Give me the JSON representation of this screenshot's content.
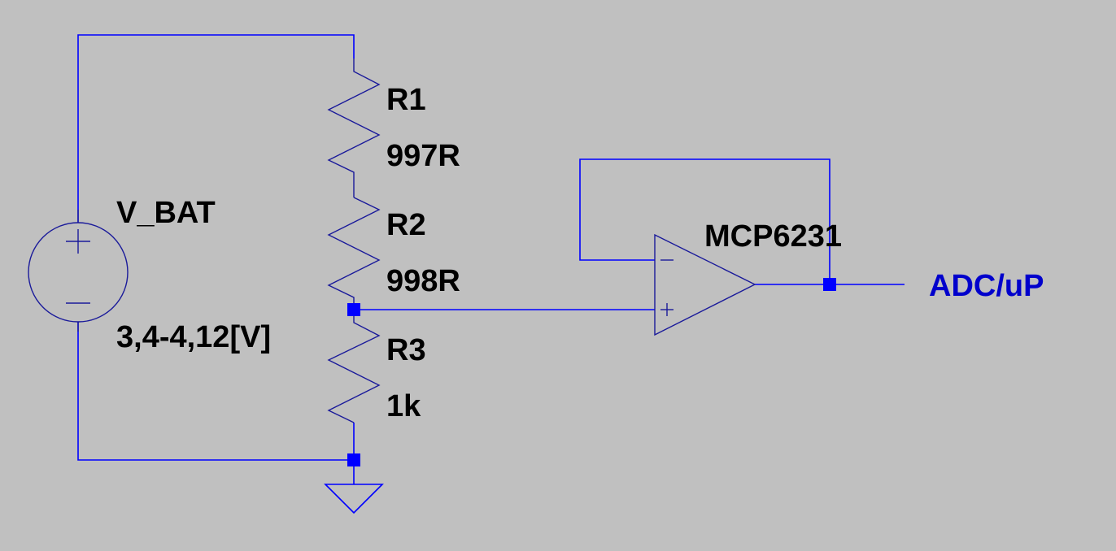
{
  "schematic": {
    "title": "Battery voltage divider with op-amp buffer",
    "colors": {
      "background": "#c0c0c0",
      "wire": "#0000ff",
      "component": "#1a1a9a",
      "label": "#000000",
      "net_label": "#0000cc"
    },
    "source": {
      "name": "V_BAT",
      "value": "3,4-4,12[V]",
      "plus_symbol": "+",
      "minus_symbol": "−"
    },
    "resistors": [
      {
        "name": "R1",
        "value": "997R"
      },
      {
        "name": "R2",
        "value": "998R"
      },
      {
        "name": "R3",
        "value": "1k"
      }
    ],
    "opamp": {
      "name": "MCP6231",
      "inv_symbol": "−",
      "noninv_symbol": "+"
    },
    "net_labels": [
      {
        "name": "ADC/uP"
      }
    ],
    "ground": {
      "symbol": "ground"
    }
  }
}
